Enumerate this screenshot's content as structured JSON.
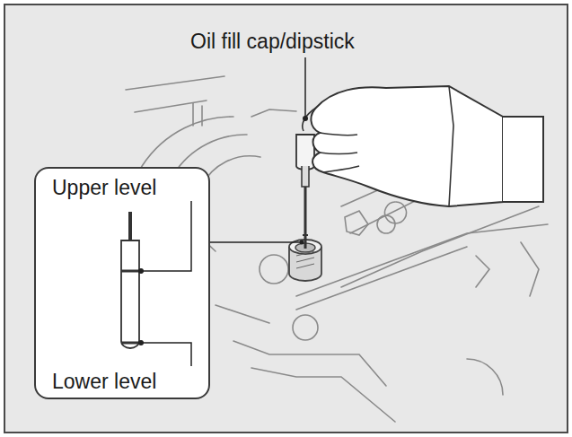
{
  "diagram": {
    "nodes": [
      {
        "text": [
          "Upper level",
          "Lower level"
        ]
      }
    ],
    "labels": [
      "Oil fill cap/dipstick"
    ]
  }
}
